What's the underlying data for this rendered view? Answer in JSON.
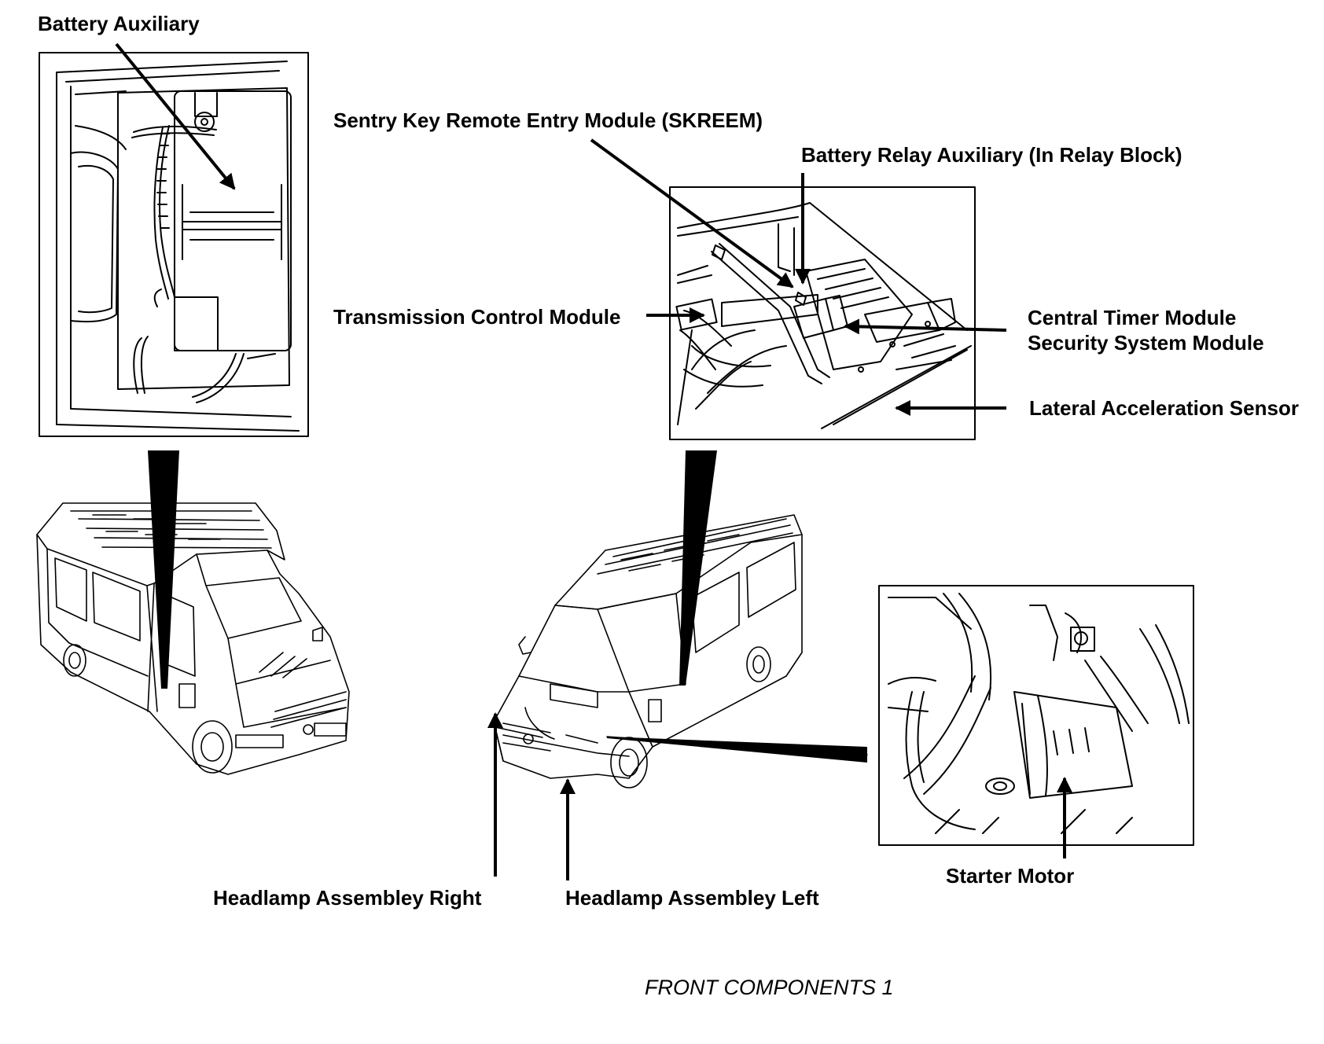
{
  "labels": {
    "battery_auxiliary": "Battery Auxiliary",
    "skreem": "Sentry Key Remote Entry Module (SKREEM)",
    "battery_relay_auxiliary": "Battery Relay Auxiliary (In Relay Block)",
    "transmission_control_module": "Transmission Control Module",
    "central_timer_module": "Central Timer Module",
    "security_system_module": "Security System Module",
    "lateral_acceleration_sensor": "Lateral Acceleration Sensor",
    "headlamp_right": "Headlamp Assembley Right",
    "headlamp_left": "Headlamp Assembley Left",
    "starter_motor": "Starter Motor"
  },
  "caption": "FRONT COMPONENTS 1"
}
